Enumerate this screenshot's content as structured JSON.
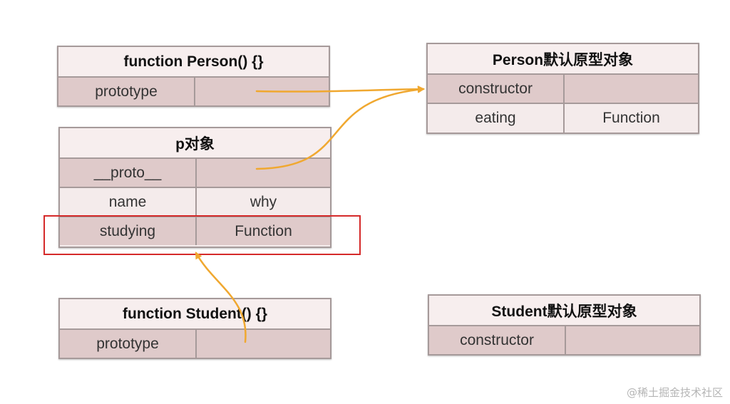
{
  "person_fn": {
    "title": "function Person() {}",
    "rows": [
      [
        "prototype",
        ""
      ]
    ]
  },
  "person_proto": {
    "title": "Person默认原型对象",
    "rows": [
      [
        "constructor",
        ""
      ],
      [
        "eating",
        "Function"
      ]
    ]
  },
  "p_obj": {
    "title": "p对象",
    "rows": [
      [
        "__proto__",
        ""
      ],
      [
        "name",
        "why"
      ],
      [
        "studying",
        "Function"
      ]
    ]
  },
  "student_fn": {
    "title": "function Student() {}",
    "rows": [
      [
        "prototype",
        ""
      ]
    ]
  },
  "student_proto": {
    "title": "Student默认原型对象",
    "rows": [
      [
        "constructor",
        ""
      ]
    ]
  },
  "colors": {
    "arrow": "#f0a830",
    "highlight": "#d52a2a",
    "cell_shade": "#dfcaca",
    "cell_light": "#f4ebeb",
    "border": "#a69a9a"
  },
  "watermark": "@稀土掘金技术社区"
}
